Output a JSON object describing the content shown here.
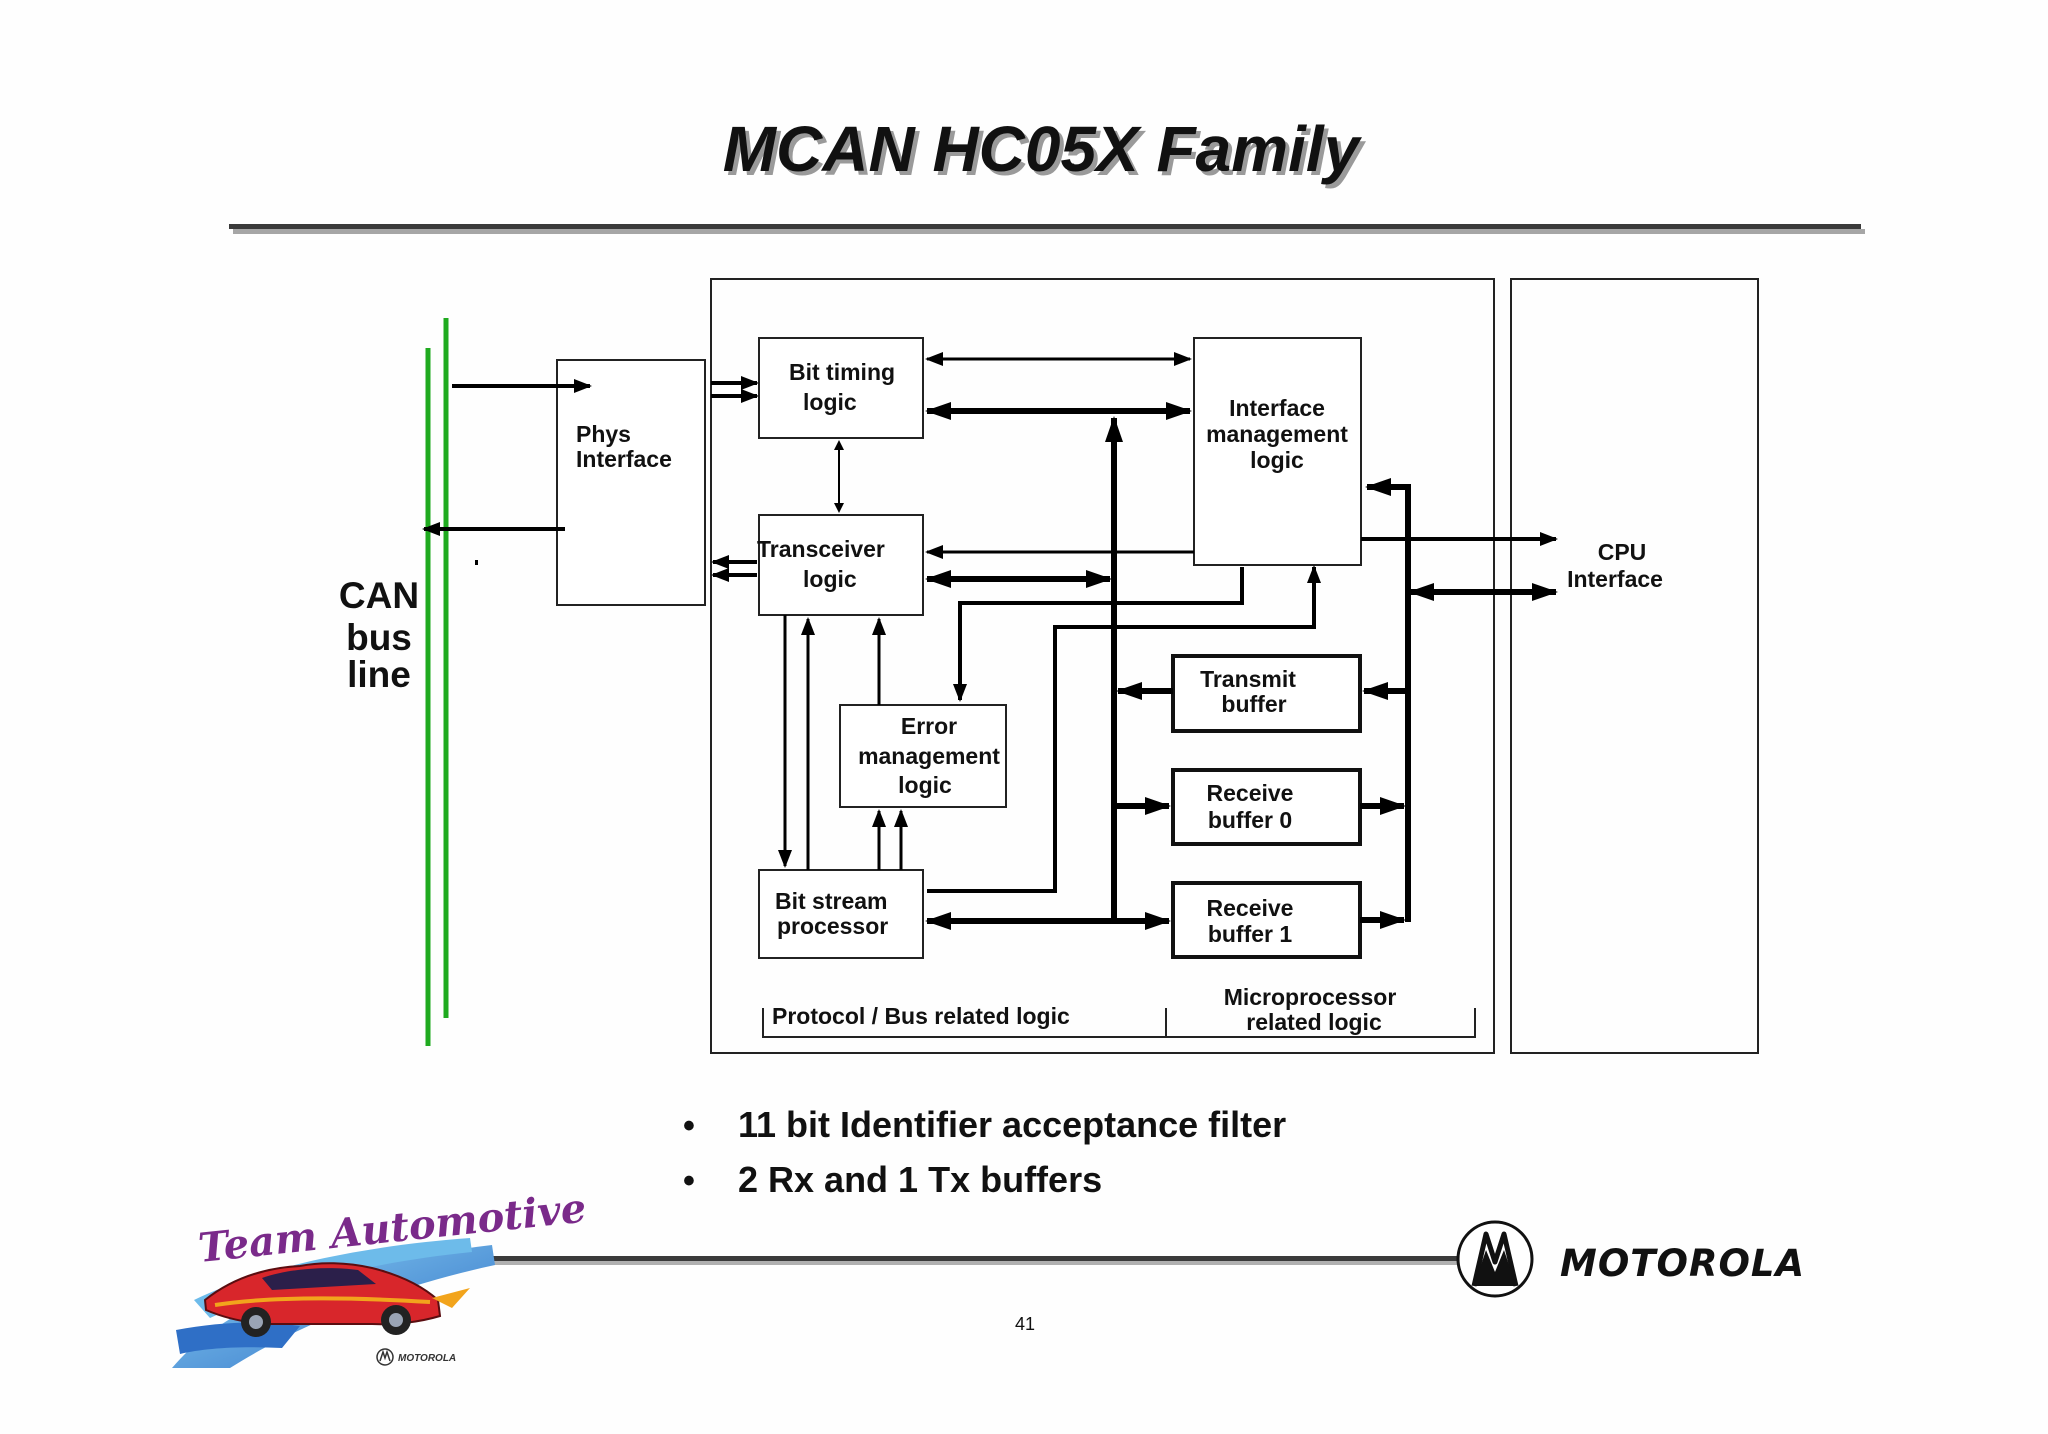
{
  "slide": {
    "title": "MCAN HC05X  Family",
    "page_number": "41"
  },
  "diagram": {
    "side_label": [
      "CAN",
      "bus",
      "line"
    ],
    "blocks": {
      "phys_interface": [
        "Phys",
        "Interface"
      ],
      "bit_timing": [
        "Bit timing",
        "logic"
      ],
      "transceiver": [
        "Transceiver",
        "logic"
      ],
      "error_mgmt": [
        "Error",
        "management",
        "logic"
      ],
      "bit_stream": [
        "Bit stream",
        "processor"
      ],
      "interface_mgmt": [
        "Interface",
        "management",
        "logic"
      ],
      "transmit_buffer": [
        "Transmit",
        "buffer"
      ],
      "receive_buffer_0": [
        "Receive",
        "buffer 0"
      ],
      "receive_buffer_1": [
        "Receive",
        "buffer 1"
      ]
    },
    "cpu_interface": [
      "CPU",
      "Interface"
    ],
    "region_labels": {
      "protocol": "Protocol / Bus related logic",
      "microprocessor": [
        "Microprocessor",
        "related logic"
      ]
    },
    "colors": {
      "bus_lines": "#1faa1f",
      "box_border": "#111111",
      "arrow": "#000000"
    }
  },
  "bullets": [
    "11 bit Identifier acceptance filter",
    "2 Rx and 1 Tx buffers"
  ],
  "footer": {
    "brand": "MOTOROLA",
    "logo_text": "Team Automotive",
    "logo_small_brand": "MOTOROLA",
    "colors": {
      "car_body": "#d8262b",
      "car_accent": "#f2a41c",
      "swoosh_blue": "#3b8fd6",
      "script_text": "#7a2a8a"
    }
  }
}
